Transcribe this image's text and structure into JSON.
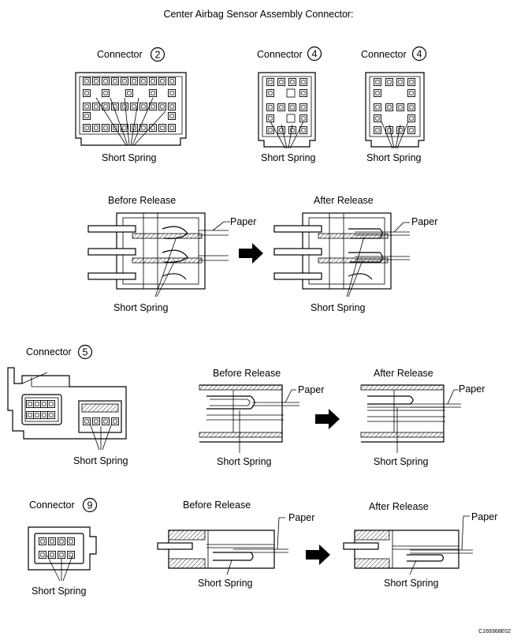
{
  "title": "Center Airbag Sensor Assembly Connector:",
  "labels": {
    "connector": "Connector",
    "short_spring": "Short Spring",
    "before_release": "Before Release",
    "after_release": "After Release",
    "paper": "Paper"
  },
  "connector_numbers": {
    "c2": "2",
    "c4": "4",
    "c5": "5",
    "c9": "9"
  },
  "figure_code": "C169368E02"
}
